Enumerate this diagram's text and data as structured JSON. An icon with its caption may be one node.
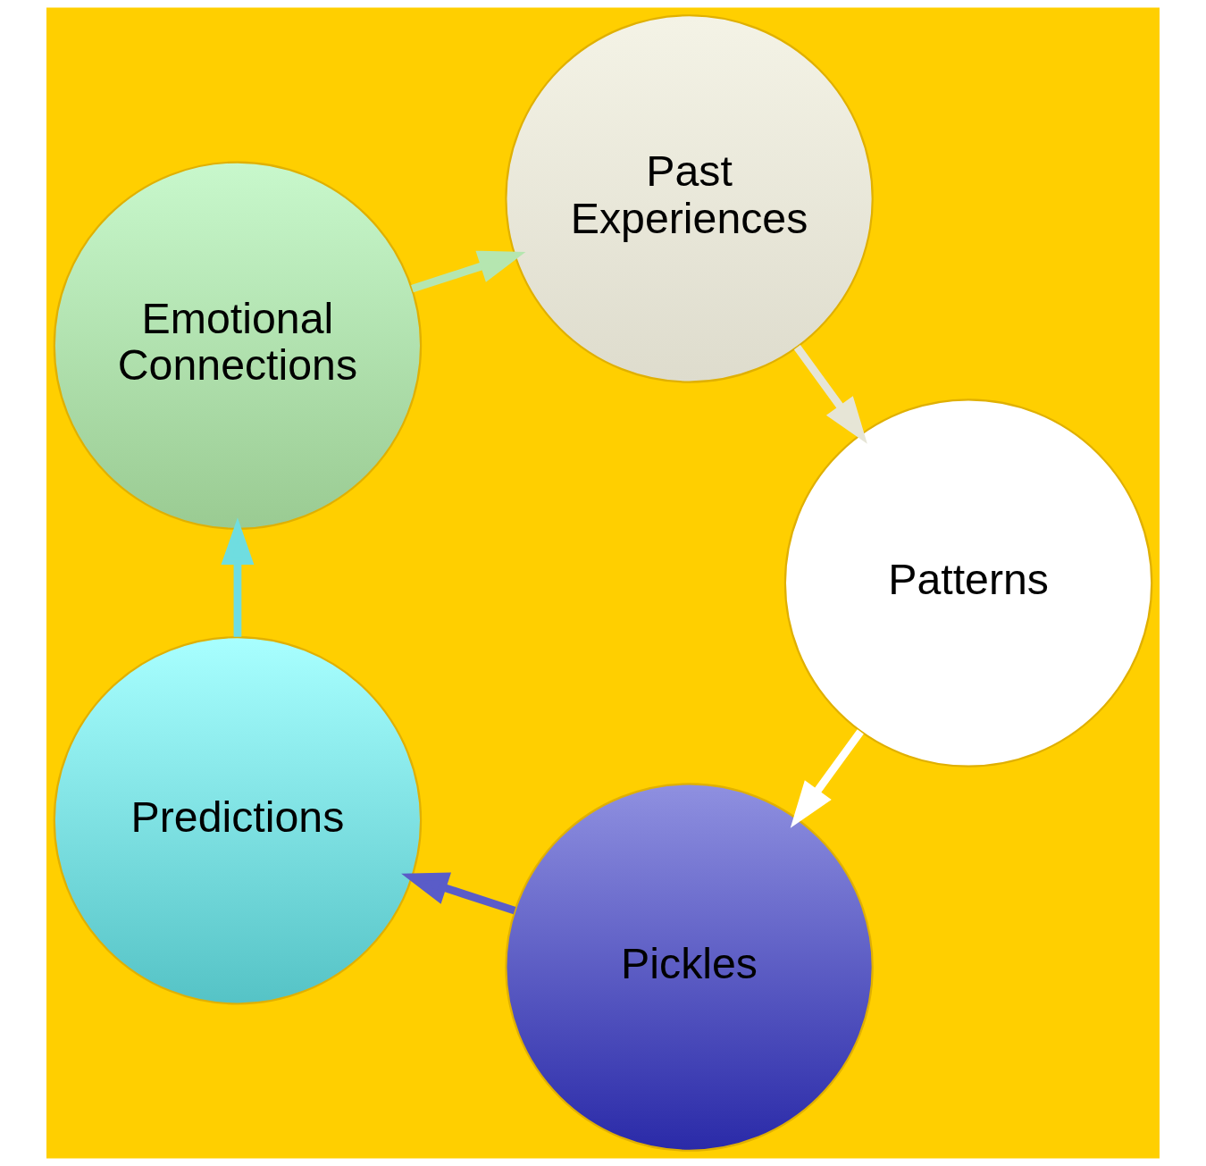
{
  "diagram": {
    "nodes": [
      {
        "text": [
          "Pickles"
        ]
      },
      {
        "text": [
          "Predictions"
        ]
      },
      {
        "text": [
          "Emotional Connections"
        ]
      },
      {
        "text": [
          "Past Experiences"
        ]
      },
      {
        "text": [
          "Patterns"
        ]
      }
    ],
    "edges": [
      {
        "from": 0,
        "to": 1,
        "arrow": "to",
        "color": "#5a5cc8"
      },
      {
        "from": 1,
        "to": 2,
        "arrow": "to",
        "color": "#6fdde0"
      },
      {
        "from": 2,
        "to": 3,
        "arrow": "to",
        "color": "#b5e6b0"
      },
      {
        "from": 3,
        "to": 4,
        "arrow": "to",
        "color": "#e6e5d6"
      },
      {
        "from": 4,
        "to": 0,
        "arrow": "to",
        "color": "#ffffff"
      }
    ]
  }
}
